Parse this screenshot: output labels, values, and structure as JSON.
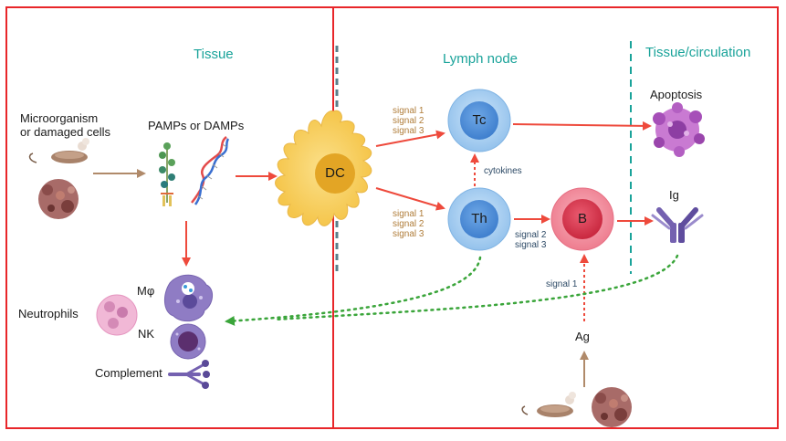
{
  "sections": {
    "tissue": "Tissue",
    "lymph_node": "Lymph node",
    "tissue_circulation": "Tissue/circulation"
  },
  "labels": {
    "microorganism_line1": "Microorganism",
    "microorganism_line2": "or damaged cells",
    "pamps": "PAMPs or DAMPs",
    "dc": "DC",
    "tc": "Tc",
    "th": "Th",
    "b": "B",
    "ig": "Ig",
    "ag": "Ag",
    "apoptosis": "Apoptosis",
    "cytokines": "cytokines",
    "neutrophils": "Neutrophils",
    "macrophage": "Mφ",
    "nk": "NK",
    "complement": "Complement"
  },
  "signals": {
    "upper": [
      "signal 1",
      "signal 2",
      "signal 3"
    ],
    "lower": [
      "signal 1",
      "signal 2",
      "signal 3"
    ],
    "th_to_b": [
      "signal 2",
      "signal 3"
    ],
    "ag_to_b": "signal 1"
  },
  "colors": {
    "frame": "#e8262a",
    "header": "#1aa39a",
    "signal_text": "#b07d3a",
    "arrow_red": "#ee4a3c",
    "arrow_brown": "#b08a6a",
    "arrow_green": "#3aa53a",
    "dc_body": "#f7cf61",
    "dc_nucleus": "#e3a525",
    "t_cell": "#a8cff0",
    "t_nucleus": "#4f8fd8",
    "b_cell": "#f28a99",
    "b_nucleus": "#d73a4f",
    "antibody": "#7461b0",
    "apoptosis_cell": "#b35fc2"
  }
}
